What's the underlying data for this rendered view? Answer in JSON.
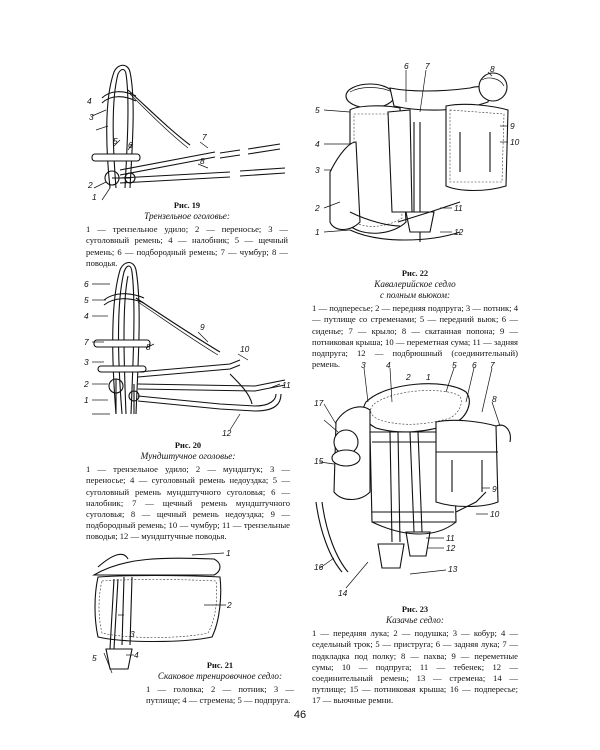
{
  "page_number": "46",
  "fig19": {
    "title": "Рис. 19",
    "subtitle": "Трензельное оголовье:",
    "body": "1 — трензельное удило; 2 — переносье; 3 — суголовный ремень; 4 — налобник; 5 — щечный ремень; 6 — подбородный ремень; 7 — чумбур; 8 — поводья.",
    "labels": [
      "1",
      "2",
      "3",
      "4",
      "5",
      "6",
      "7",
      "8"
    ]
  },
  "fig20": {
    "title": "Рис. 20",
    "subtitle": "Мундштучное оголовье:",
    "body": "1 — трензельное удило; 2 — мундштук; 3 — переносье; 4 — суголовный ремень недоуздка; 5 — суголовный ремень мундштучного суголовья; 6 — налобник; 7 — щечный ремень мундштучного суголовья; 8 — щечный ремень недоуздка; 9 — подбородный ремень; 10 — чумбур; 11 — трензельные поводья; 12 — мундштучные поводья.",
    "labels": [
      "1",
      "2",
      "3",
      "4",
      "5",
      "6",
      "7",
      "8",
      "9",
      "10",
      "11",
      "12"
    ]
  },
  "fig21": {
    "title": "Рис. 21",
    "subtitle": "Скаковое тренировочное седло:",
    "body": "1 — головка; 2 — потник; 3 — путлище; 4 — стремена; 5 — подпруга.",
    "labels": [
      "1",
      "2",
      "3",
      "4",
      "5"
    ]
  },
  "fig22": {
    "title": "Рис. 22",
    "subtitle_line1": "Кавалерийское седло",
    "subtitle_line2": "с полным вьюком:",
    "body": "1 — подпересье; 2 — передняя подпруга; 3 — потник; 4 — путлище со стременами; 5 — передний вьюк; 6 — сиденье; 7 — крыло; 8 — скатанная попона; 9 — потниковая крыша; 10 — переметная сума; 11 — задняя подпруга; 12 — подбрюшный (соединительный) ремень.",
    "labels": [
      "1",
      "2",
      "3",
      "4",
      "5",
      "6",
      "7",
      "8",
      "9",
      "10",
      "11",
      "12"
    ]
  },
  "fig23": {
    "title": "Рис. 23",
    "subtitle": "Казачье седло:",
    "body": "1 — передняя лука; 2 — подушка; 3 — кобур; 4 — седельный трок; 5 — приструга; 6 — задняя лука; 7 — подкладка под полку; 8 — пахва; 9 — переметные сумы; 10 — подпруга; 11 — тебенек; 12 — соединительный ремень; 13 — стремена; 14 — путлище; 15 — потниковая крыша; 16 — подпересье; 17 — вьючные ремни.",
    "labels": [
      "1",
      "2",
      "3",
      "4",
      "5",
      "6",
      "7",
      "8",
      "9",
      "10",
      "11",
      "12",
      "13",
      "14",
      "15",
      "16",
      "17"
    ]
  }
}
